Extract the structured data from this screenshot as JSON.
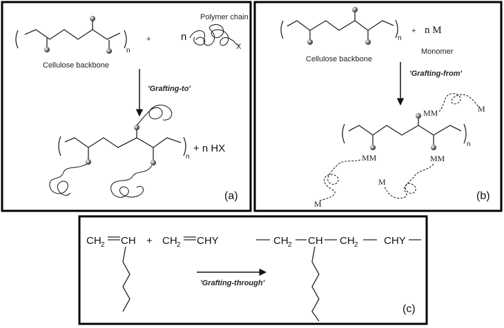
{
  "panel_a": {
    "id": "(a)",
    "polymer_chain_label": "Polymer chain",
    "backbone_label": "Cellulose backbone",
    "sub_n": "n",
    "coef_n": "n",
    "end_group": "X",
    "plus": "+",
    "arrow_label": "'Grafting-to'",
    "byproduct": "+ n HX"
  },
  "panel_b": {
    "id": "(b)",
    "backbone_label": "Cellulose backbone",
    "monomer_label": "Monomer",
    "reagent": "n M",
    "plus": "+",
    "sub_n": "n",
    "arrow_label": "'Grafting-from'",
    "mm": "MM",
    "m": "M"
  },
  "panel_c": {
    "id": "(c)",
    "ch2": "CH",
    "two": "2",
    "ch": "CH",
    "plus": "+",
    "chy": "CHY",
    "arrow_label": "'Grafting-through'",
    "dash": "—"
  }
}
